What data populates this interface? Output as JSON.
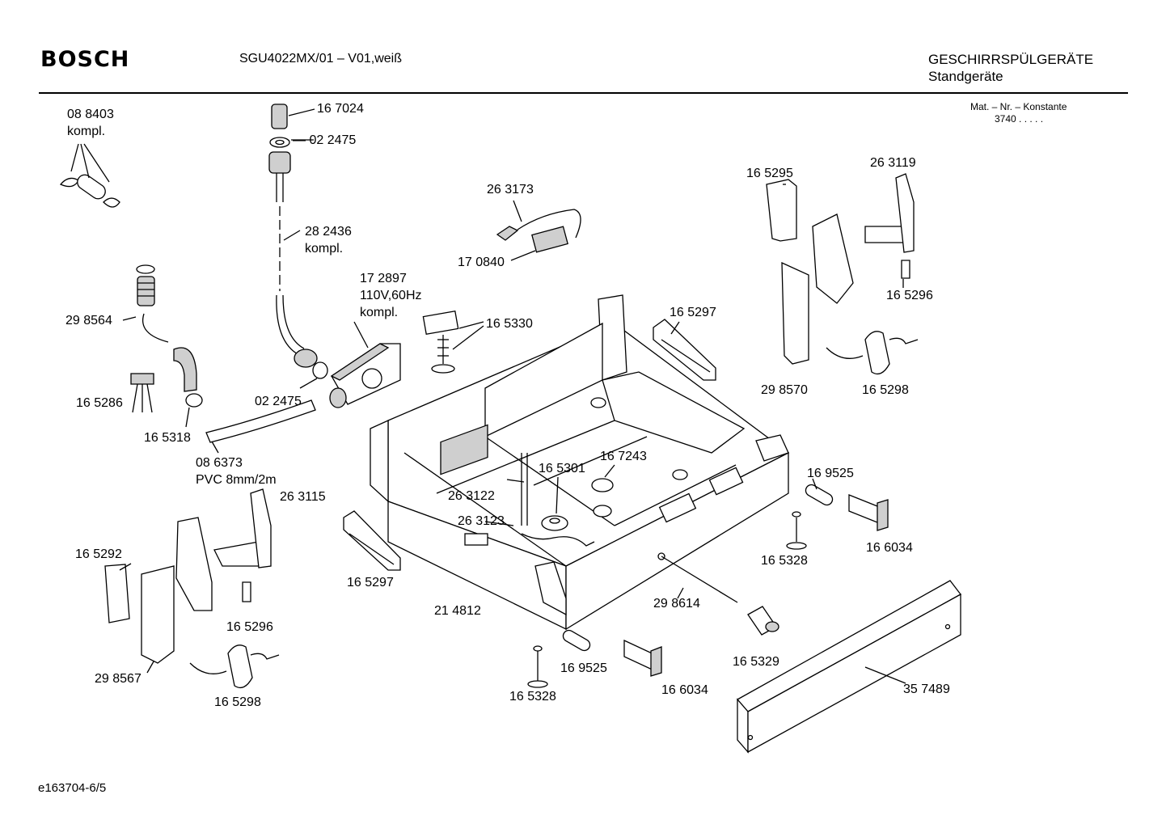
{
  "header": {
    "brand": "BOSCH",
    "model": "SGU4022MX/01 – V01,weiß",
    "category": "GESCHIRRSPÜLGERÄTE",
    "subcategory": "Standgeräte",
    "mat_title": "Mat. – Nr. – Konstante",
    "mat_value": "3740  .   .   .   .   ."
  },
  "footer": {
    "code": "e163704-6/5"
  },
  "parts": {
    "p088403": "08 8403",
    "p088403_note": "kompl.",
    "p167024": "16 7024",
    "p022475_top": "— 02 2475",
    "p282436": "28 2436",
    "p282436_note": "kompl.",
    "p298564": "29 8564",
    "p172897": "17 2897",
    "p172897_spec": "110V,60Hz",
    "p172897_note": "kompl.",
    "p263173": "26 3173",
    "p170840": "17 0840",
    "p165330": "16 5330",
    "p165297_top": "16 5297",
    "p165295": "16 5295",
    "p263119": "26 3119",
    "p165296_top": "16 5296",
    "p298570": "29 8570",
    "p165298_top": "16 5298",
    "p165286": "16 5286",
    "p165318": "16 5318",
    "p022475_mid": "02 2475",
    "p086373": "08 6373",
    "p086373_spec": "PVC 8mm/2m",
    "p263115": "26 3115",
    "p165301": "16 5301",
    "p167243": "16 7243",
    "p263122": "26 3122",
    "p263123": "26 3123",
    "p169525_right": "16 9525",
    "p165328_right": "16 5328",
    "p166034_right": "16 6034",
    "p165292": "16 5292",
    "p165296_bot": "16 5296",
    "p298567": "29 8567",
    "p165298_bot": "16 5298",
    "p165297_bot": "16 5297",
    "p214812": "21 4812",
    "p298614": "29 8614",
    "p165329": "16 5329",
    "p169525_bot": "16 9525",
    "p165328_bot": "16 5328",
    "p166034_bot": "16 6034",
    "p357489": "35 7489"
  }
}
